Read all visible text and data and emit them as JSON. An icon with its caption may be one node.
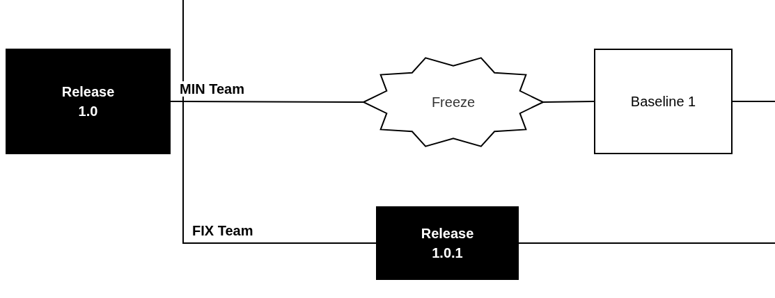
{
  "diagram": {
    "nodes": [
      {
        "text": [
          "Release 1.0"
        ]
      },
      {
        "text": [
          "Freeze"
        ]
      },
      {
        "text": [
          "Baseline 1"
        ]
      },
      {
        "text": [
          "Release 1.0.1"
        ]
      }
    ],
    "edges": [
      {
        "from": 0,
        "to": 1,
        "arrow": "none",
        "label": "MIN Team"
      },
      {
        "from": 0,
        "to": 3,
        "arrow": "none",
        "label": "FIX Team"
      },
      {
        "from": null,
        "to": 3,
        "arrow": "none"
      },
      {
        "from": 1,
        "to": 2,
        "arrow": "none"
      },
      {
        "from": 2,
        "to": null,
        "arrow": "none"
      },
      {
        "from": 3,
        "to": null,
        "arrow": "none"
      }
    ]
  }
}
